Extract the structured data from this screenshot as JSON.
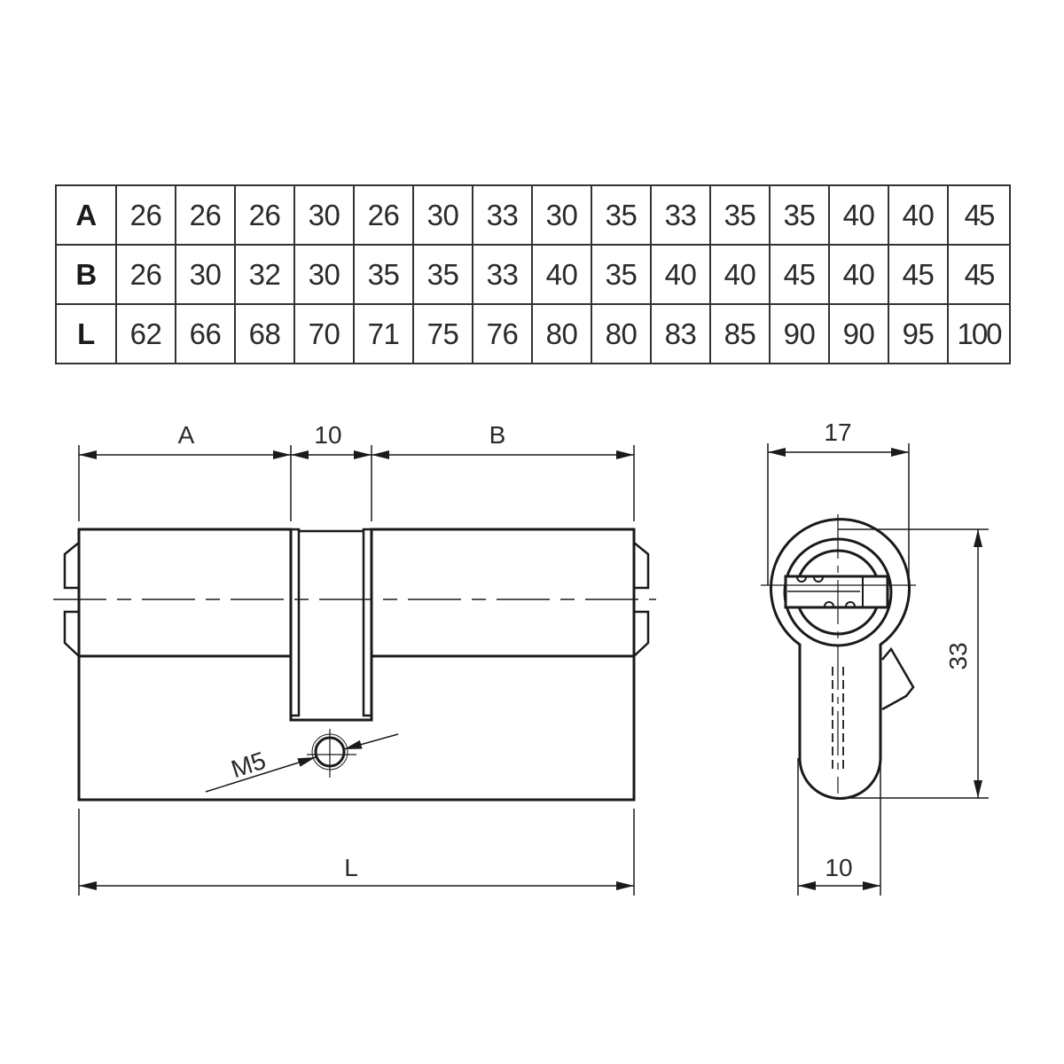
{
  "table": {
    "rows": [
      {
        "label": "A",
        "values": [
          "26",
          "26",
          "26",
          "30",
          "26",
          "30",
          "33",
          "30",
          "35",
          "33",
          "35",
          "35",
          "40",
          "40",
          "45"
        ]
      },
      {
        "label": "B",
        "values": [
          "26",
          "30",
          "32",
          "30",
          "35",
          "35",
          "33",
          "40",
          "35",
          "40",
          "40",
          "45",
          "40",
          "45",
          "45"
        ]
      },
      {
        "label": "L",
        "values": [
          "62",
          "66",
          "68",
          "70",
          "71",
          "75",
          "76",
          "80",
          "80",
          "83",
          "85",
          "90",
          "90",
          "95",
          "100"
        ]
      }
    ]
  },
  "side_view": {
    "dim_a_label": "A",
    "dim_gap_label": "10",
    "dim_b_label": "B",
    "dim_l_label": "L",
    "screw_label": "M5"
  },
  "end_view": {
    "width_label": "17",
    "height_label": "33",
    "bottom_width_label": "10"
  },
  "colors": {
    "line": "#1a1a1a",
    "text": "#2a2a2a",
    "background": "#ffffff"
  }
}
